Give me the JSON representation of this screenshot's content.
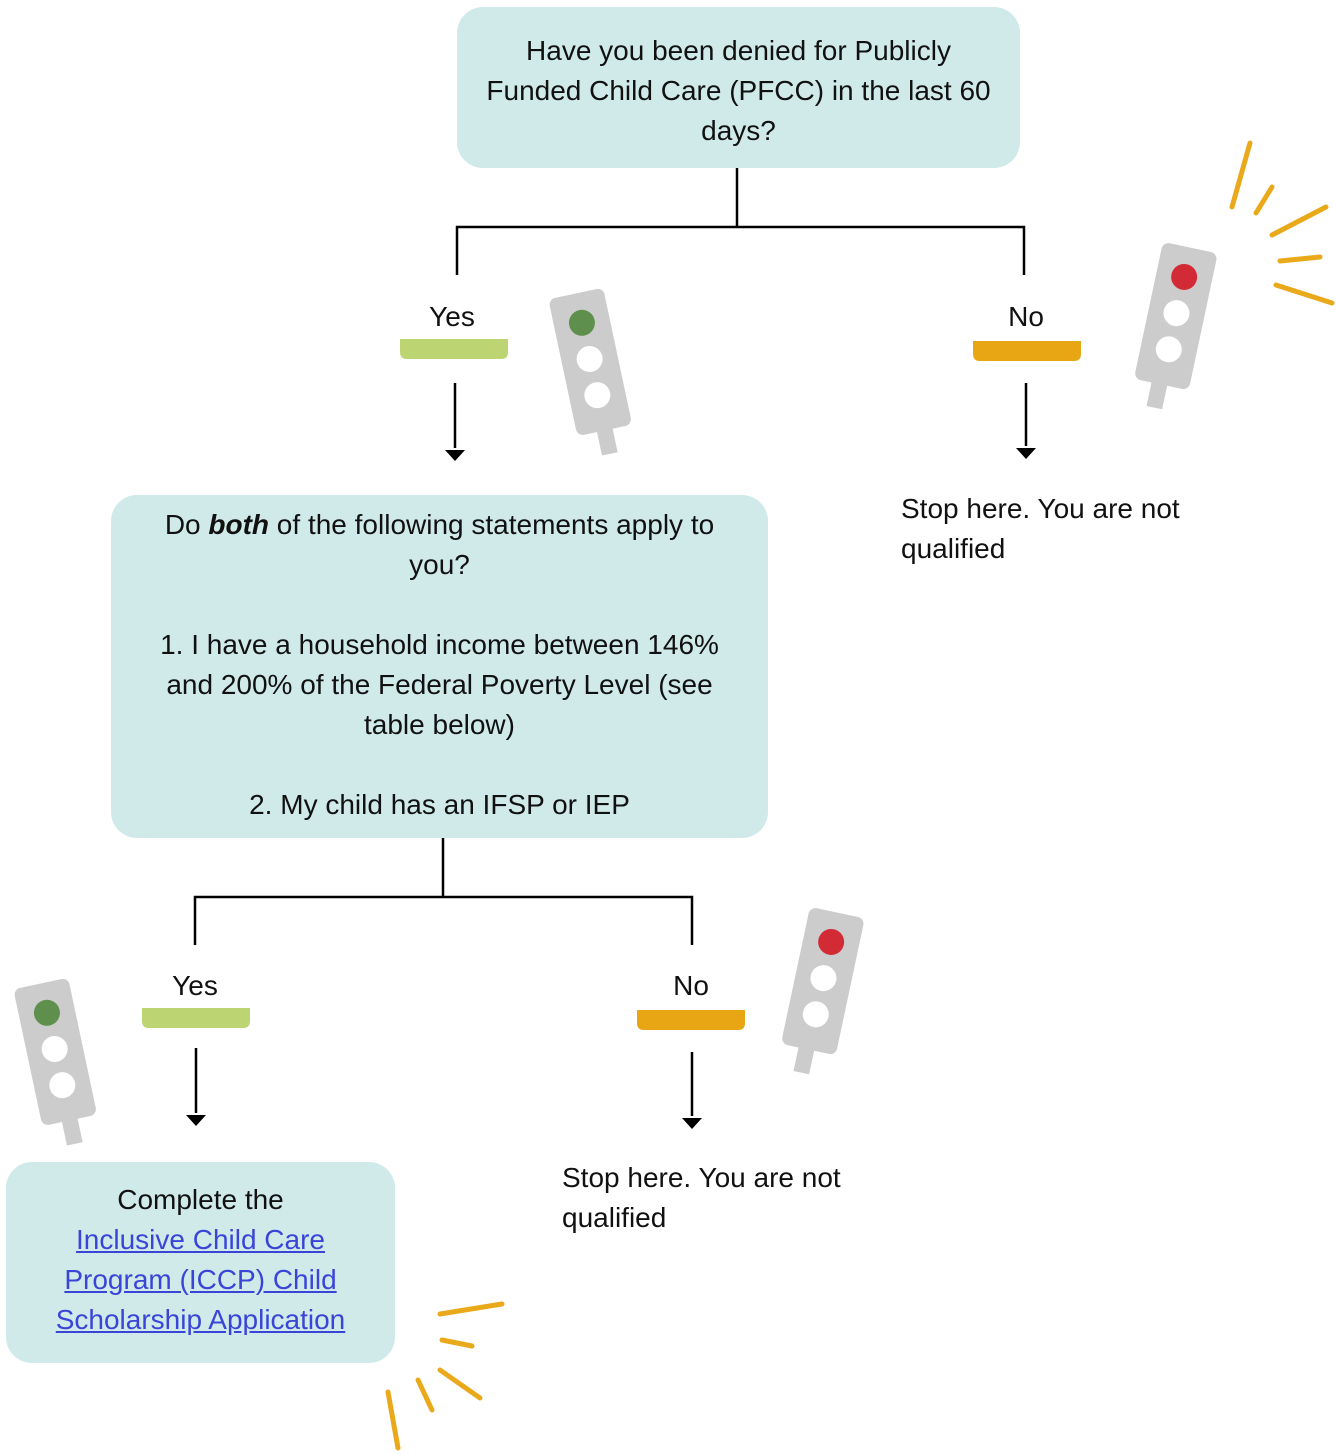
{
  "colors": {
    "box_fill": "#d0eaea",
    "yes_bar": "#bdd472",
    "no_bar": "#e8a614",
    "link": "#3a45d8",
    "light_body": "#cccccc",
    "green_light": "#5e8f4c",
    "red_light": "#d22b36",
    "burst": "#eaa91a"
  },
  "question1": {
    "text": "Have you been denied for Publicly Funded Child Care (PFCC) in the last 60 days?"
  },
  "branch1": {
    "yes_label": "Yes",
    "no_label": "No",
    "no_outcome": "Stop here. You are not qualified"
  },
  "question2": {
    "intro_before": "Do ",
    "intro_emphasis": "both",
    "intro_after": " of the following statements apply to you?",
    "statement1": "1. I have a household income between 146% and 200% of the Federal Poverty Level (see table below)",
    "statement2": "2. My child has an IFSP or IEP"
  },
  "branch2": {
    "yes_label": "Yes",
    "no_label": "No",
    "no_outcome": "Stop here. You are not qualified"
  },
  "final": {
    "text": "Complete the",
    "link_text": "Inclusive Child Care Program (ICCP) Child Scholarship Application"
  },
  "icons": {
    "green_light": "traffic-light-green-icon",
    "red_light": "traffic-light-red-icon",
    "burst": "sparkle-burst-icon"
  }
}
